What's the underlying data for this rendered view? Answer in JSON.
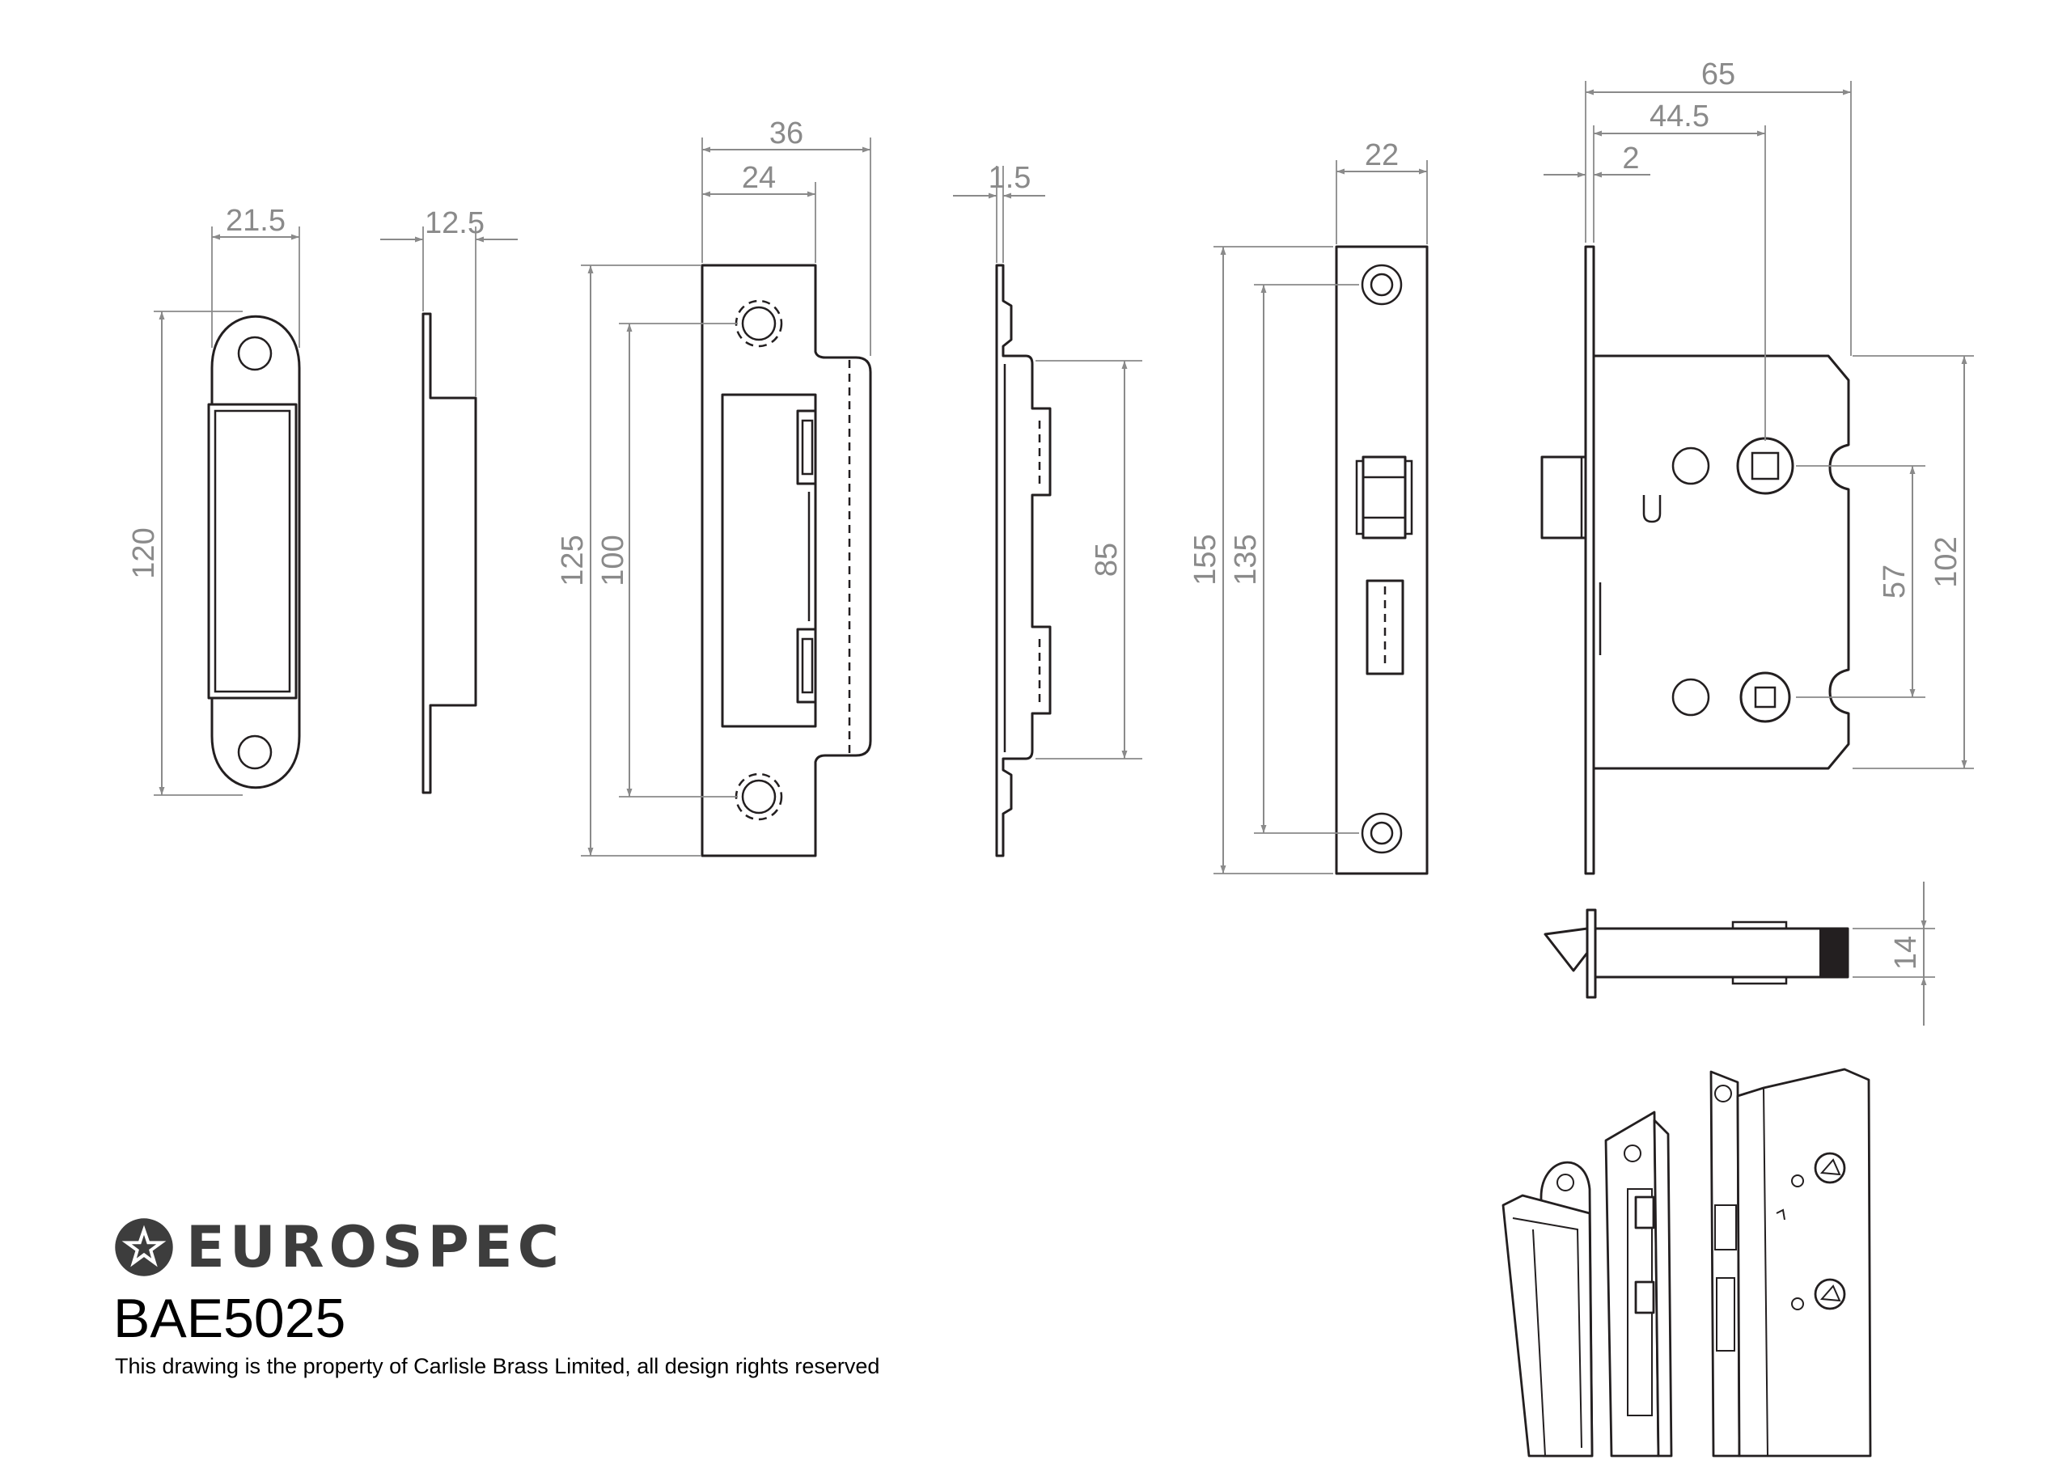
{
  "brand": {
    "name": "EUROSPEC",
    "color": "#3d3d3d"
  },
  "product": {
    "code": "BAE5025",
    "notice": "This drawing is the property of Carlisle Brass Limited, all design rights reserved"
  },
  "dimensions": {
    "radius_keep_width": "21.5",
    "radius_keep_depth": "12.5",
    "radius_keep_height": "120",
    "strike_width": "36",
    "strike_inner_width": "24",
    "strike_height": "125",
    "strike_hole_centres": "100",
    "strike_thickness": "1.5",
    "strike_lip_height": "85",
    "forend_width": "22",
    "forend_height": "155",
    "forend_hole_centres": "135",
    "case_depth": "65",
    "backset": "44.5",
    "forend_offset": "2",
    "case_height": "102",
    "follower_centres": "57",
    "case_thickness": "14"
  },
  "colors": {
    "line": "#231f20",
    "dimension": "#8a8a8a"
  }
}
